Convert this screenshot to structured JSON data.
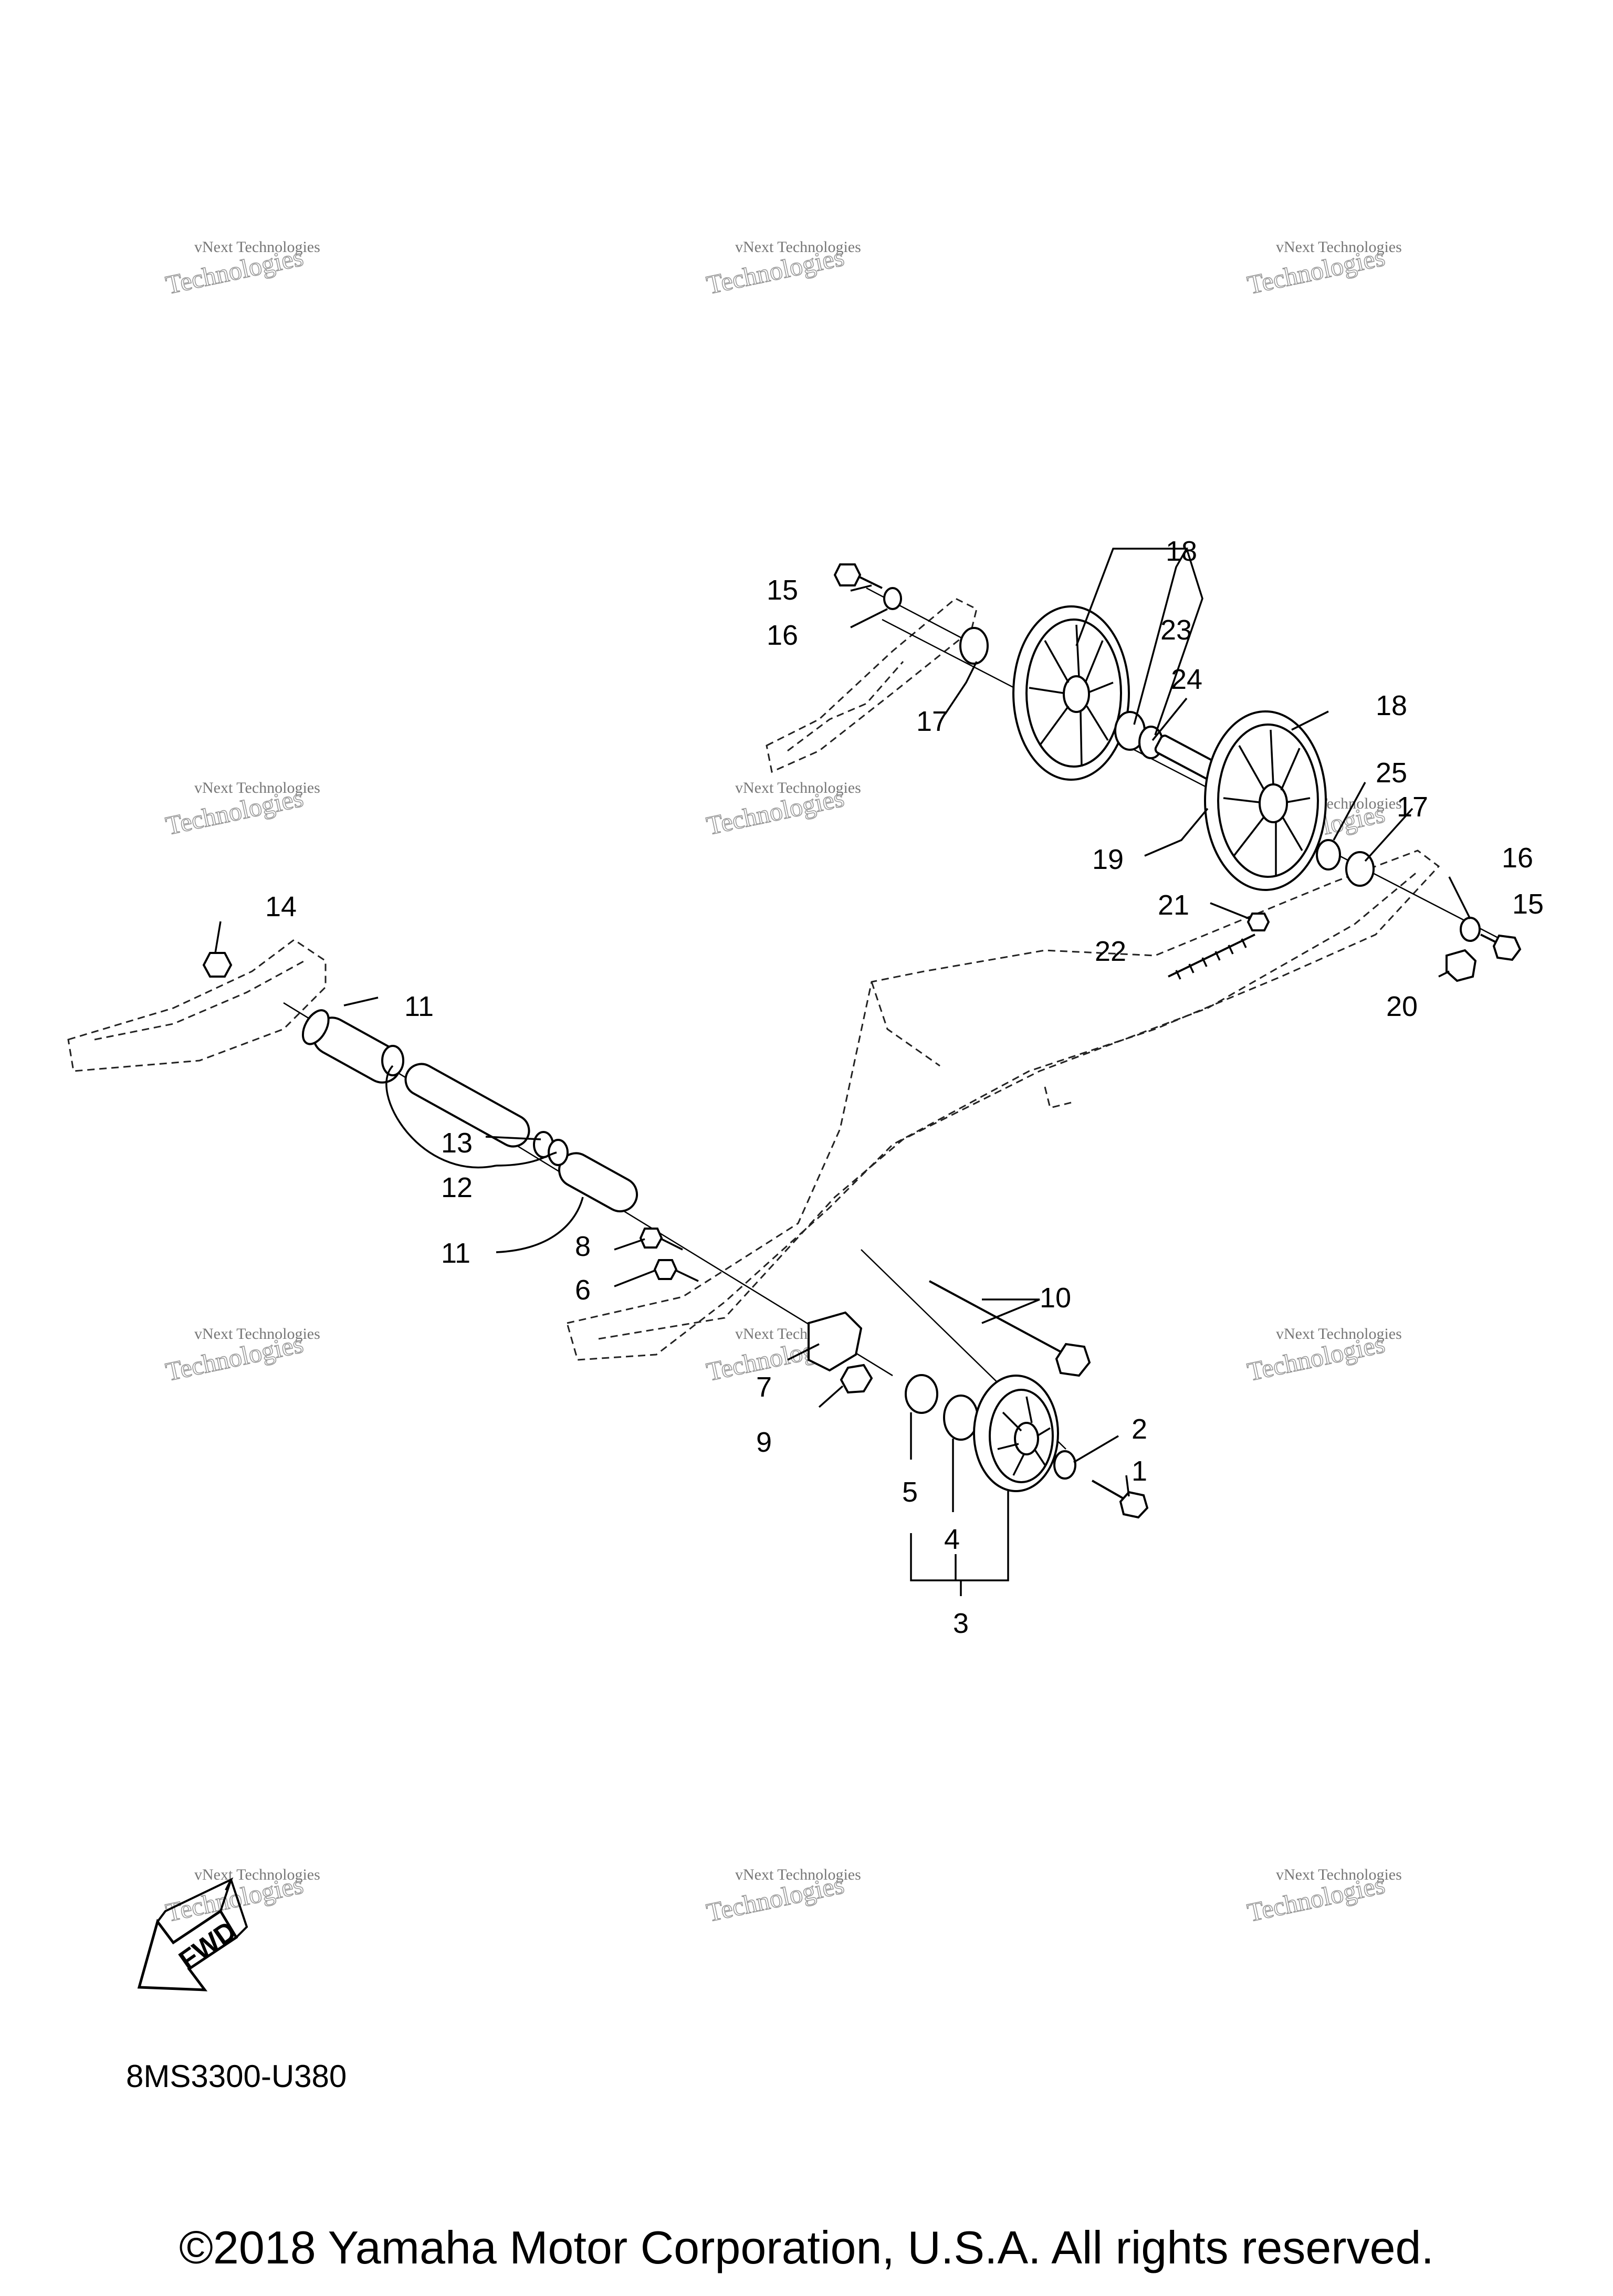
{
  "diagram_code": "8MS3300-U380",
  "copyright": "©2018 Yamaha Motor Corporation, U.S.A. All rights reserved.",
  "fwd_label": "FWD",
  "watermark": {
    "line1": "vNext Technologies",
    "big": "Technologies",
    "small_top": "vNext"
  },
  "callouts": {
    "c1": "1",
    "c2": "2",
    "c3": "3",
    "c4": "4",
    "c5": "5",
    "c6": "6",
    "c7": "7",
    "c8": "8",
    "c9": "9",
    "c10": "10",
    "c11a": "11",
    "c11b": "11",
    "c12": "12",
    "c13": "13",
    "c14": "14",
    "c15a": "15",
    "c15b": "15",
    "c16a": "16",
    "c16b": "16",
    "c17a": "17",
    "c17b": "17",
    "c18a": "18",
    "c18b": "18",
    "c19": "19",
    "c20": "20",
    "c21": "21",
    "c22": "22",
    "c23": "23",
    "c24": "24",
    "c25": "25"
  }
}
